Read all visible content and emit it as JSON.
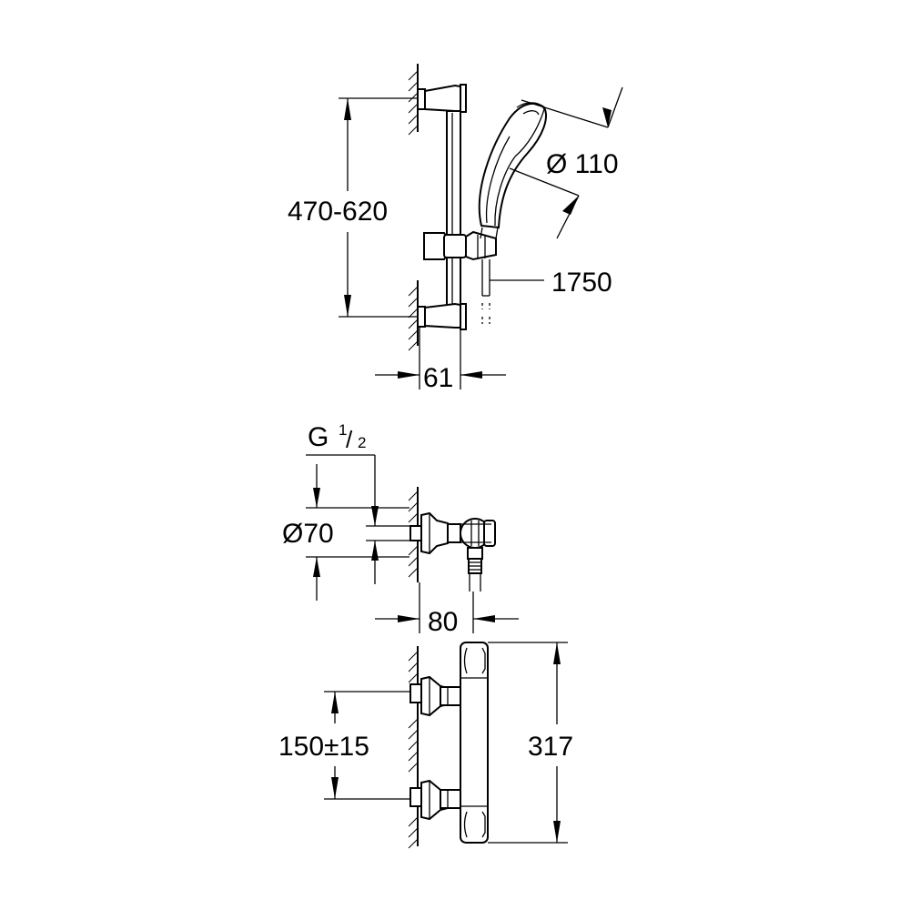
{
  "views": {
    "shower_set": {
      "rail_length_label": "470-620",
      "head_diameter_label": "Ø 110",
      "hose_length_label": "1750",
      "wall_offset_label": "61"
    },
    "thermostat_side": {
      "thread_label_main": "G",
      "thread_label_num": "1",
      "thread_label_den": "2",
      "flange_diameter_label": "Ø70",
      "depth_label": "80"
    },
    "thermostat_front": {
      "center_distance_label": "150±15",
      "height_label": "317"
    }
  }
}
